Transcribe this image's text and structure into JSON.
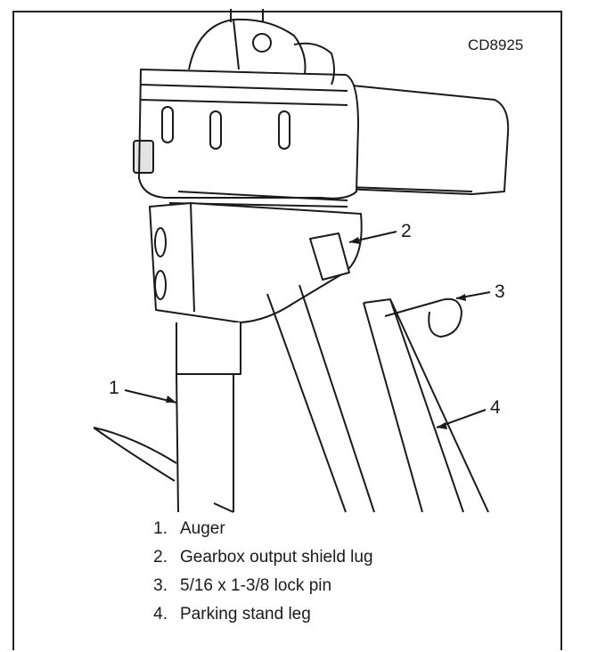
{
  "figure": {
    "code": "CD8925",
    "callouts": [
      "1",
      "2",
      "3",
      "4"
    ]
  },
  "legend": {
    "items": [
      {
        "number": "1.",
        "label": "Auger"
      },
      {
        "number": "2.",
        "label": "Gearbox output shield lug"
      },
      {
        "number": "3.",
        "label": "5/16 x 1-3/8 lock pin"
      },
      {
        "number": "4.",
        "label": "Parking stand leg"
      }
    ]
  }
}
